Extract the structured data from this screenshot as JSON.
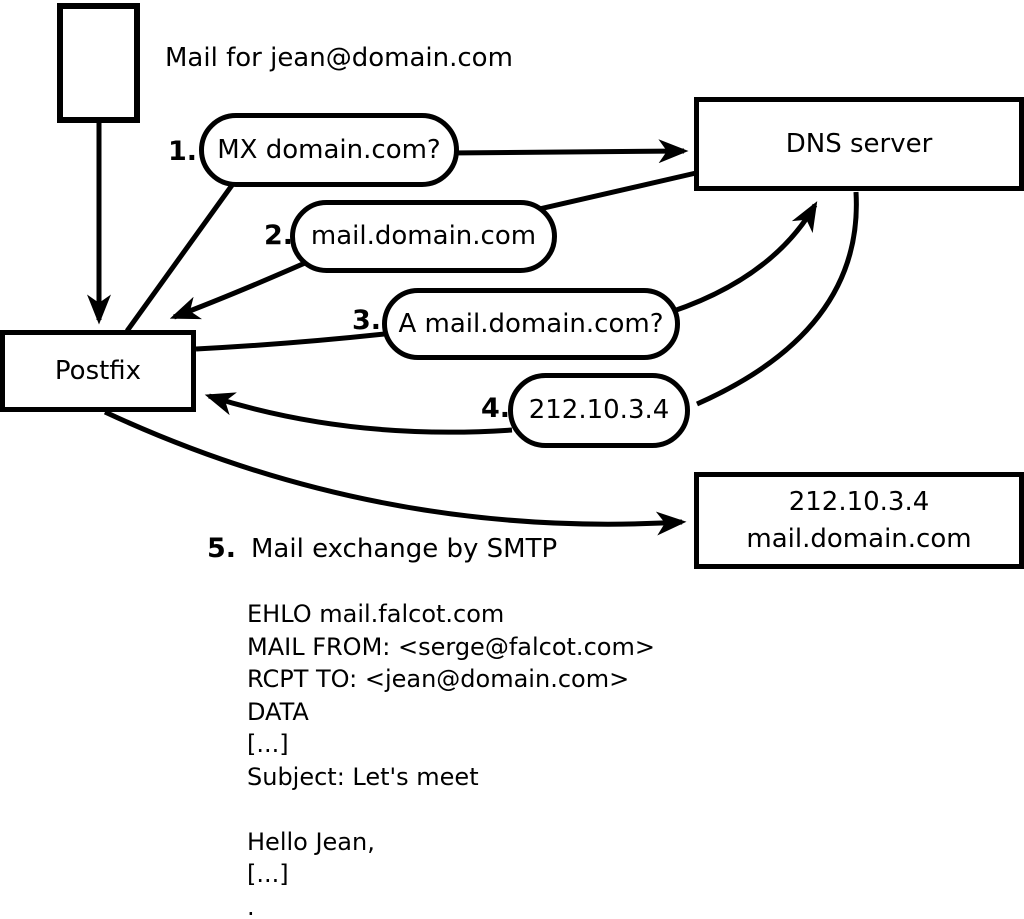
{
  "title": "Mail for jean@domain.com",
  "nodes": {
    "postfix": {
      "label": "Postfix"
    },
    "dns": {
      "label": "DNS server"
    },
    "destination": {
      "line1": "212.10.3.4",
      "line2": "mail.domain.com"
    }
  },
  "steps": [
    {
      "num": "1.",
      "label": "MX domain.com?"
    },
    {
      "num": "2.",
      "label": "mail.domain.com"
    },
    {
      "num": "3.",
      "label": "A mail.domain.com?"
    },
    {
      "num": "4.",
      "label": "212.10.3.4"
    },
    {
      "num": "5.",
      "label": "Mail exchange by SMTP"
    }
  ],
  "smtp_session": {
    "lines": [
      "EHLO mail.falcot.com",
      "MAIL FROM: <serge@falcot.com>",
      "RCPT TO: <jean@domain.com>",
      "DATA",
      "[...]",
      "Subject: Let's meet",
      "",
      "Hello Jean,",
      "[...]",
      "."
    ]
  },
  "colors": {
    "ink": "#000000",
    "paper": "#ffffff"
  }
}
